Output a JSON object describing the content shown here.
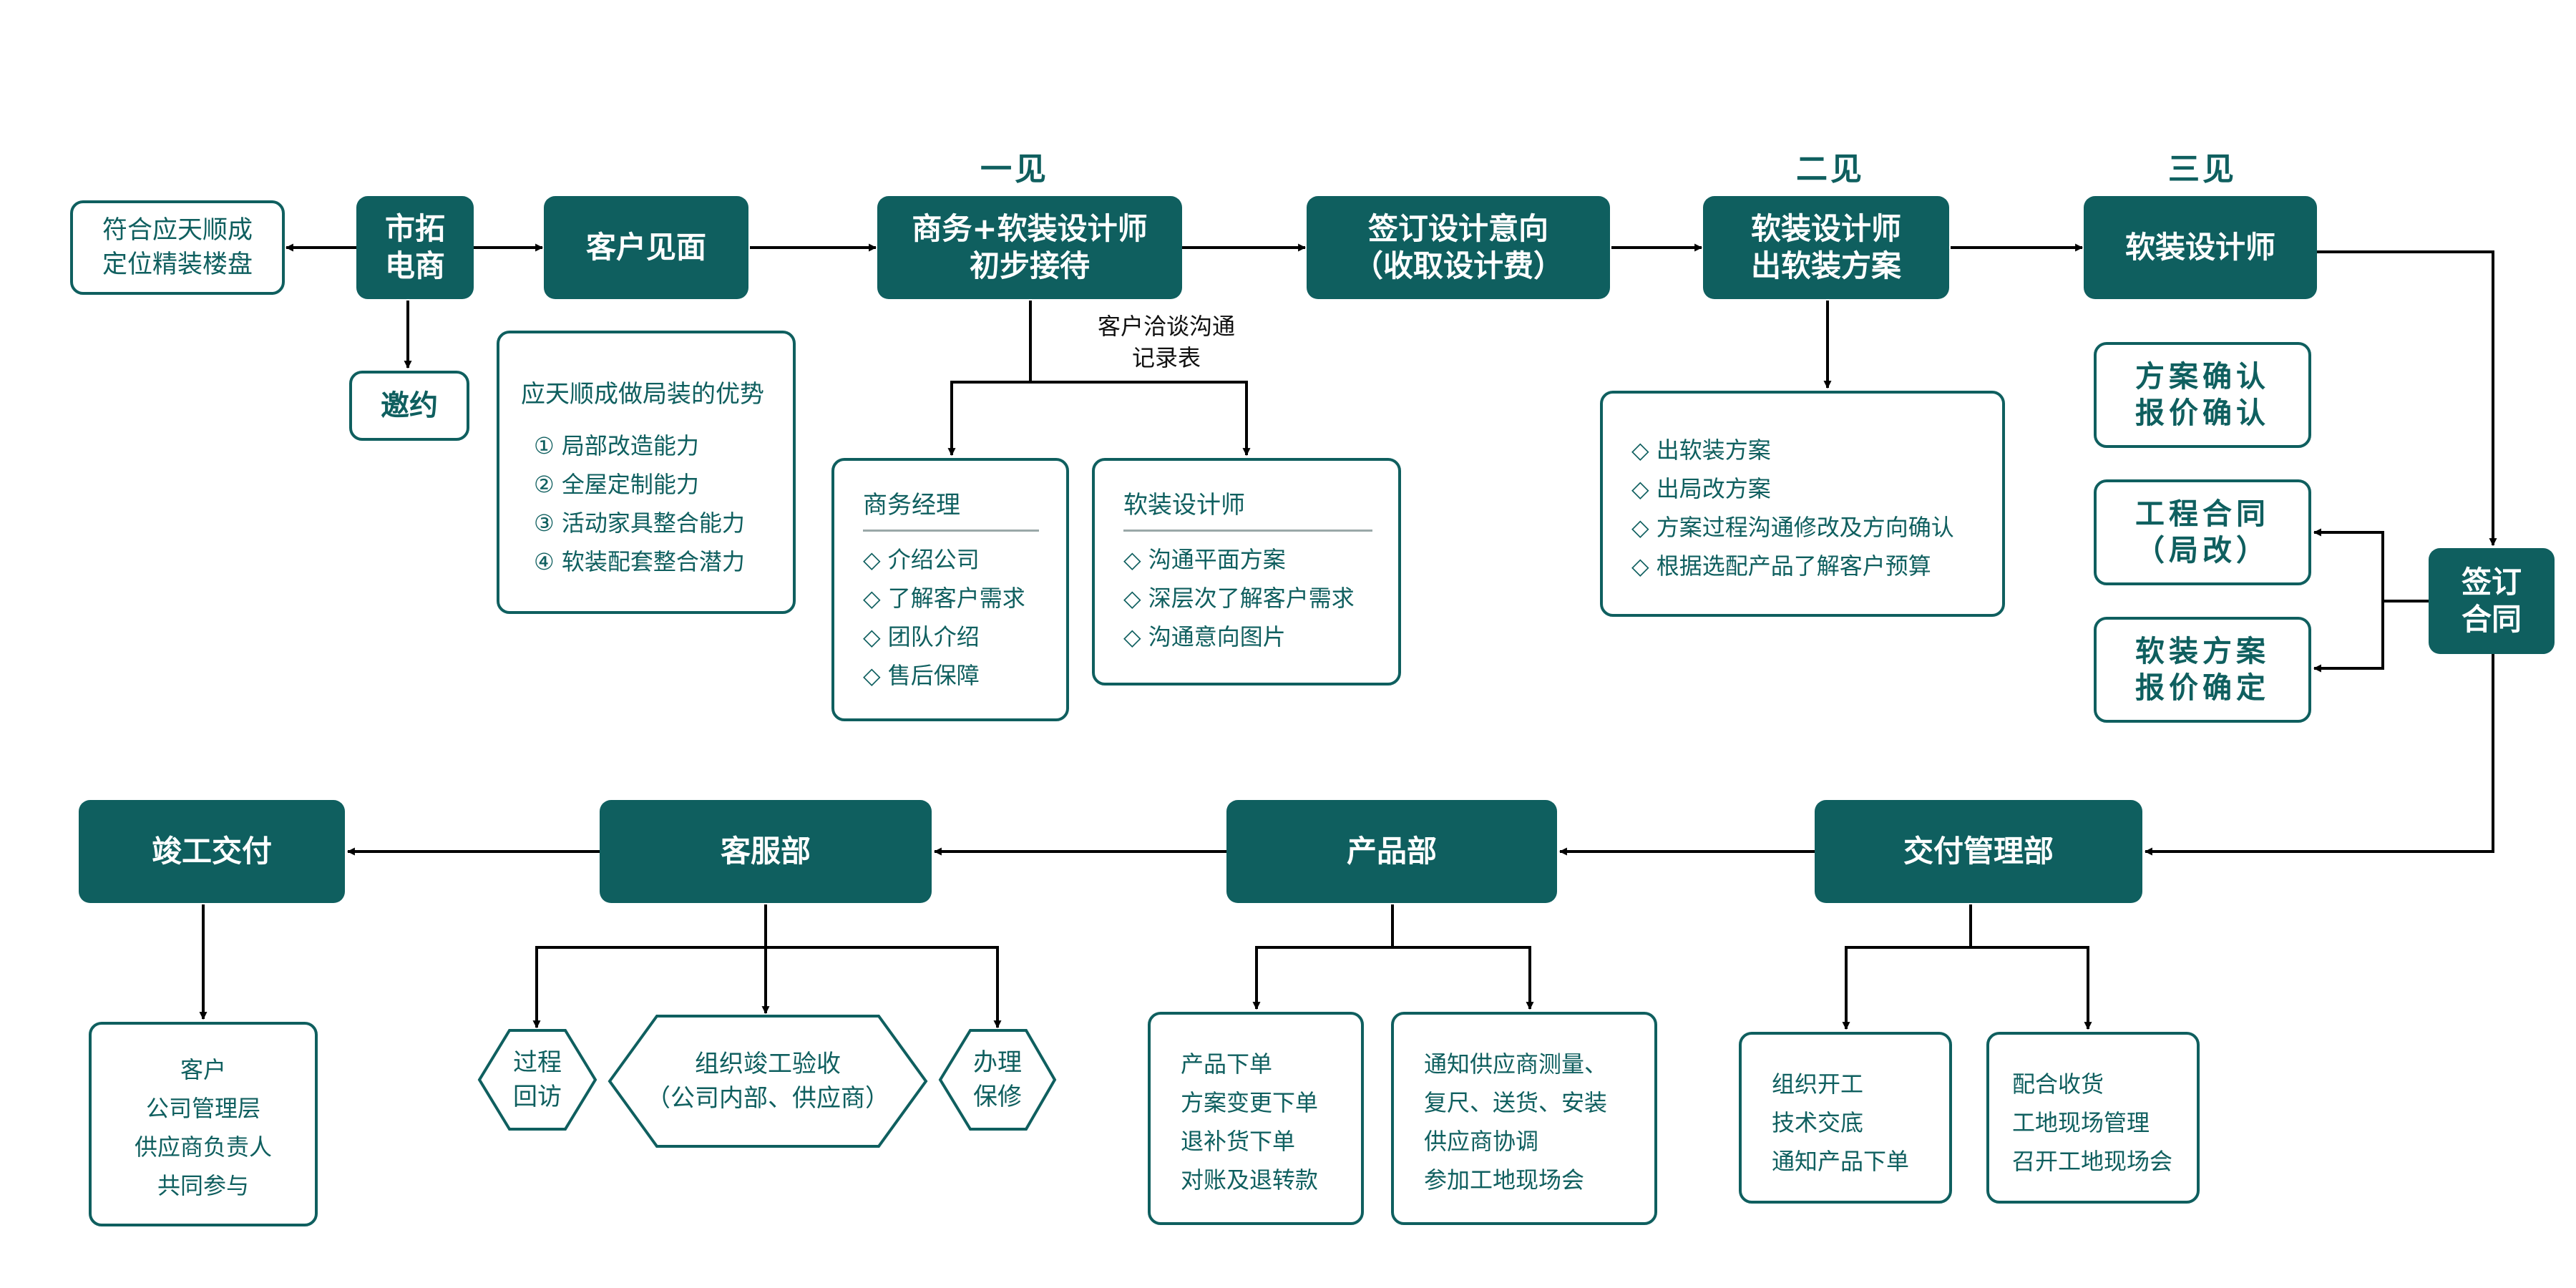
{
  "colors": {
    "primary": "#0f5f5f",
    "line": "#000000",
    "divider": "#9aa8a8"
  },
  "stages": {
    "first": "一见",
    "second": "二见",
    "third": "三见"
  },
  "nodes": {
    "target": "符合应天顺成\n定位精装楼盘",
    "market": "市拓\n电商",
    "invite": "邀约",
    "meeting": "客户见面",
    "reception": "商务+软装设计师\n初步接待",
    "intent": "签订设计意向\n（收取设计费）",
    "scheme": "软装设计师\n出软装方案",
    "designer3": "软装设计师",
    "sign": "签订\n合同",
    "delivery": "交付管理部",
    "product": "产品部",
    "service": "客服部",
    "complete": "竣工交付"
  },
  "notes": {
    "record": "客户洽谈沟通\n记录表"
  },
  "boxes": {
    "advantages": {
      "title": "应天顺成做局装的优势",
      "items": [
        "① 局部改造能力",
        "② 全屋定制能力",
        "③ 活动家具整合能力",
        "④ 软装配套整合潜力"
      ]
    },
    "manager": {
      "title": "商务经理",
      "items": [
        "◇ 介绍公司",
        "◇ 了解客户需求",
        "◇ 团队介绍",
        "◇ 售后保障"
      ]
    },
    "designer": {
      "title": "软装设计师",
      "items": [
        "◇ 沟通平面方案",
        "◇ 深层次了解客户需求",
        "◇ 沟通意向图片"
      ]
    },
    "scheme_items": [
      "◇ 出软装方案",
      "◇ 出局改方案",
      "◇ 方案过程沟通修改及方向确认",
      "◇ 根据选配产品了解客户预算"
    ],
    "confirm": "方案确认\n报价确认",
    "engineering": "工程合同\n（局改）",
    "soft_quote": "软装方案\n报价确定",
    "delivery_left": [
      "组织开工",
      "技术交底",
      "通知产品下单"
    ],
    "delivery_right": [
      "配合收货",
      "工地现场管理",
      "召开工地现场会"
    ],
    "product_left": [
      "产品下单",
      "方案变更下单",
      "退补货下单",
      "对账及退转款"
    ],
    "product_right": [
      "通知供应商测量、",
      "复尺、送货、安装",
      "供应商协调",
      "参加工地现场会"
    ],
    "parties": [
      "客户",
      "公司管理层",
      "供应商负责人",
      "共同参与"
    ]
  },
  "hexes": {
    "visit": "过程\n回访",
    "acceptance": "组织竣工验收\n（公司内部、供应商）",
    "repair": "办理\n保修"
  }
}
